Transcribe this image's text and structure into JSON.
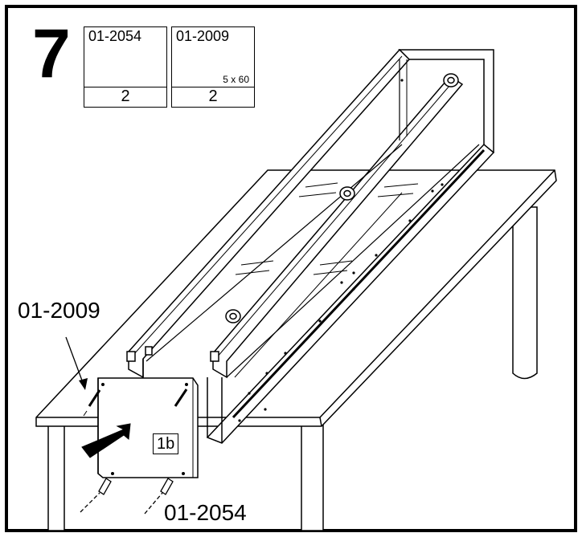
{
  "step": {
    "number": "7"
  },
  "parts": [
    {
      "code": "01-2054",
      "icon": "short-bolt-icon",
      "size": "",
      "qty": "2"
    },
    {
      "code": "01-2009",
      "icon": "wood-screw-icon",
      "size": "5 x 60",
      "qty": "2"
    }
  ],
  "callouts": {
    "top": "01-2009",
    "bottom": "01-2054",
    "panel_label": "1b"
  }
}
